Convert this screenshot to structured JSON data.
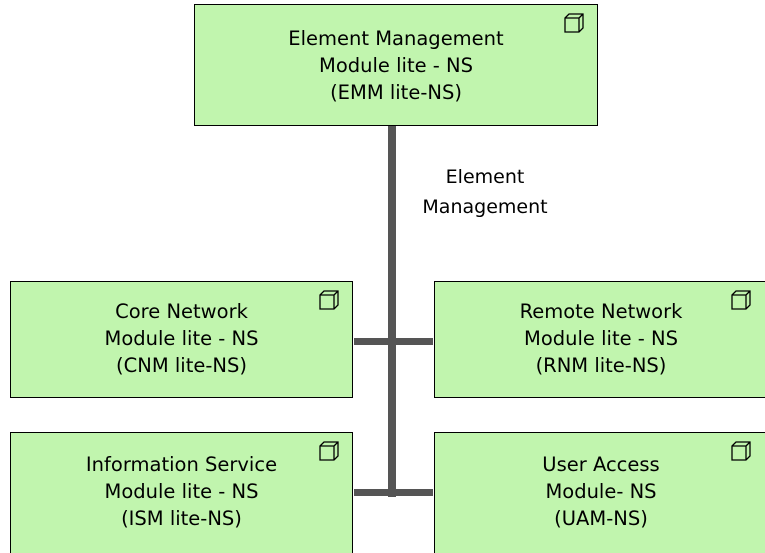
{
  "diagram": {
    "nodes": {
      "emm": {
        "lines": [
          "Element Management",
          "Module lite - NS",
          "(EMM lite-NS)"
        ],
        "icon": "node-box-icon"
      },
      "cnm": {
        "lines": [
          "Core Network",
          "Module lite - NS",
          "(CNM lite-NS)"
        ],
        "icon": "node-box-icon"
      },
      "rnm": {
        "lines": [
          "Remote Network",
          "Module lite - NS",
          "(RNM lite-NS)"
        ],
        "icon": "node-box-icon"
      },
      "ism": {
        "lines": [
          "Information Service",
          "Module lite - NS",
          "(ISM lite-NS)"
        ],
        "icon": "node-box-icon"
      },
      "uam": {
        "lines": [
          "User Access",
          "Module- NS",
          "(UAM-NS)"
        ],
        "icon": "node-box-icon"
      }
    },
    "connection_label": {
      "lines": [
        "Element",
        "Management"
      ]
    },
    "colors": {
      "node_fill": "#c1f5ae",
      "node_border": "#000000",
      "connector": "#555555"
    }
  }
}
